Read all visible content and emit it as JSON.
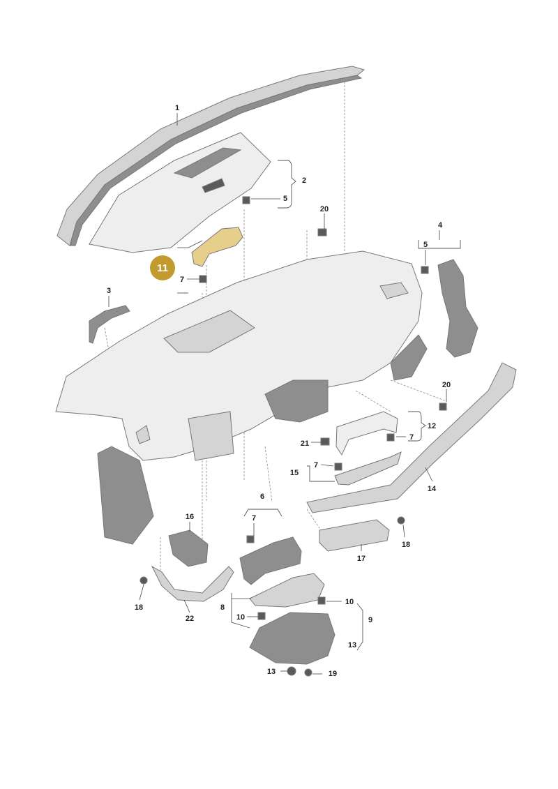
{
  "highlight": {
    "number": "11",
    "color": "#c39a2e"
  },
  "callouts": [
    {
      "id": "c1",
      "text": "1"
    },
    {
      "id": "c2",
      "text": "2"
    },
    {
      "id": "c3",
      "text": "3"
    },
    {
      "id": "c4",
      "text": "4"
    },
    {
      "id": "c5a",
      "text": "5"
    },
    {
      "id": "c5b",
      "text": "5"
    },
    {
      "id": "c6",
      "text": "6"
    },
    {
      "id": "c7a",
      "text": "7"
    },
    {
      "id": "c7b",
      "text": "7"
    },
    {
      "id": "c7c",
      "text": "7"
    },
    {
      "id": "c7d",
      "text": "7"
    },
    {
      "id": "c8",
      "text": "8"
    },
    {
      "id": "c9",
      "text": "9"
    },
    {
      "id": "c10a",
      "text": "10"
    },
    {
      "id": "c10b",
      "text": "10"
    },
    {
      "id": "c12",
      "text": "12"
    },
    {
      "id": "c13a",
      "text": "13"
    },
    {
      "id": "c13b",
      "text": "13"
    },
    {
      "id": "c14",
      "text": "14"
    },
    {
      "id": "c15",
      "text": "15"
    },
    {
      "id": "c16",
      "text": "16"
    },
    {
      "id": "c17",
      "text": "17"
    },
    {
      "id": "c18a",
      "text": "18"
    },
    {
      "id": "c18b",
      "text": "18"
    },
    {
      "id": "c19",
      "text": "19"
    },
    {
      "id": "c20a",
      "text": "20"
    },
    {
      "id": "c20b",
      "text": "20"
    },
    {
      "id": "c21",
      "text": "21"
    },
    {
      "id": "c22",
      "text": "22"
    }
  ]
}
